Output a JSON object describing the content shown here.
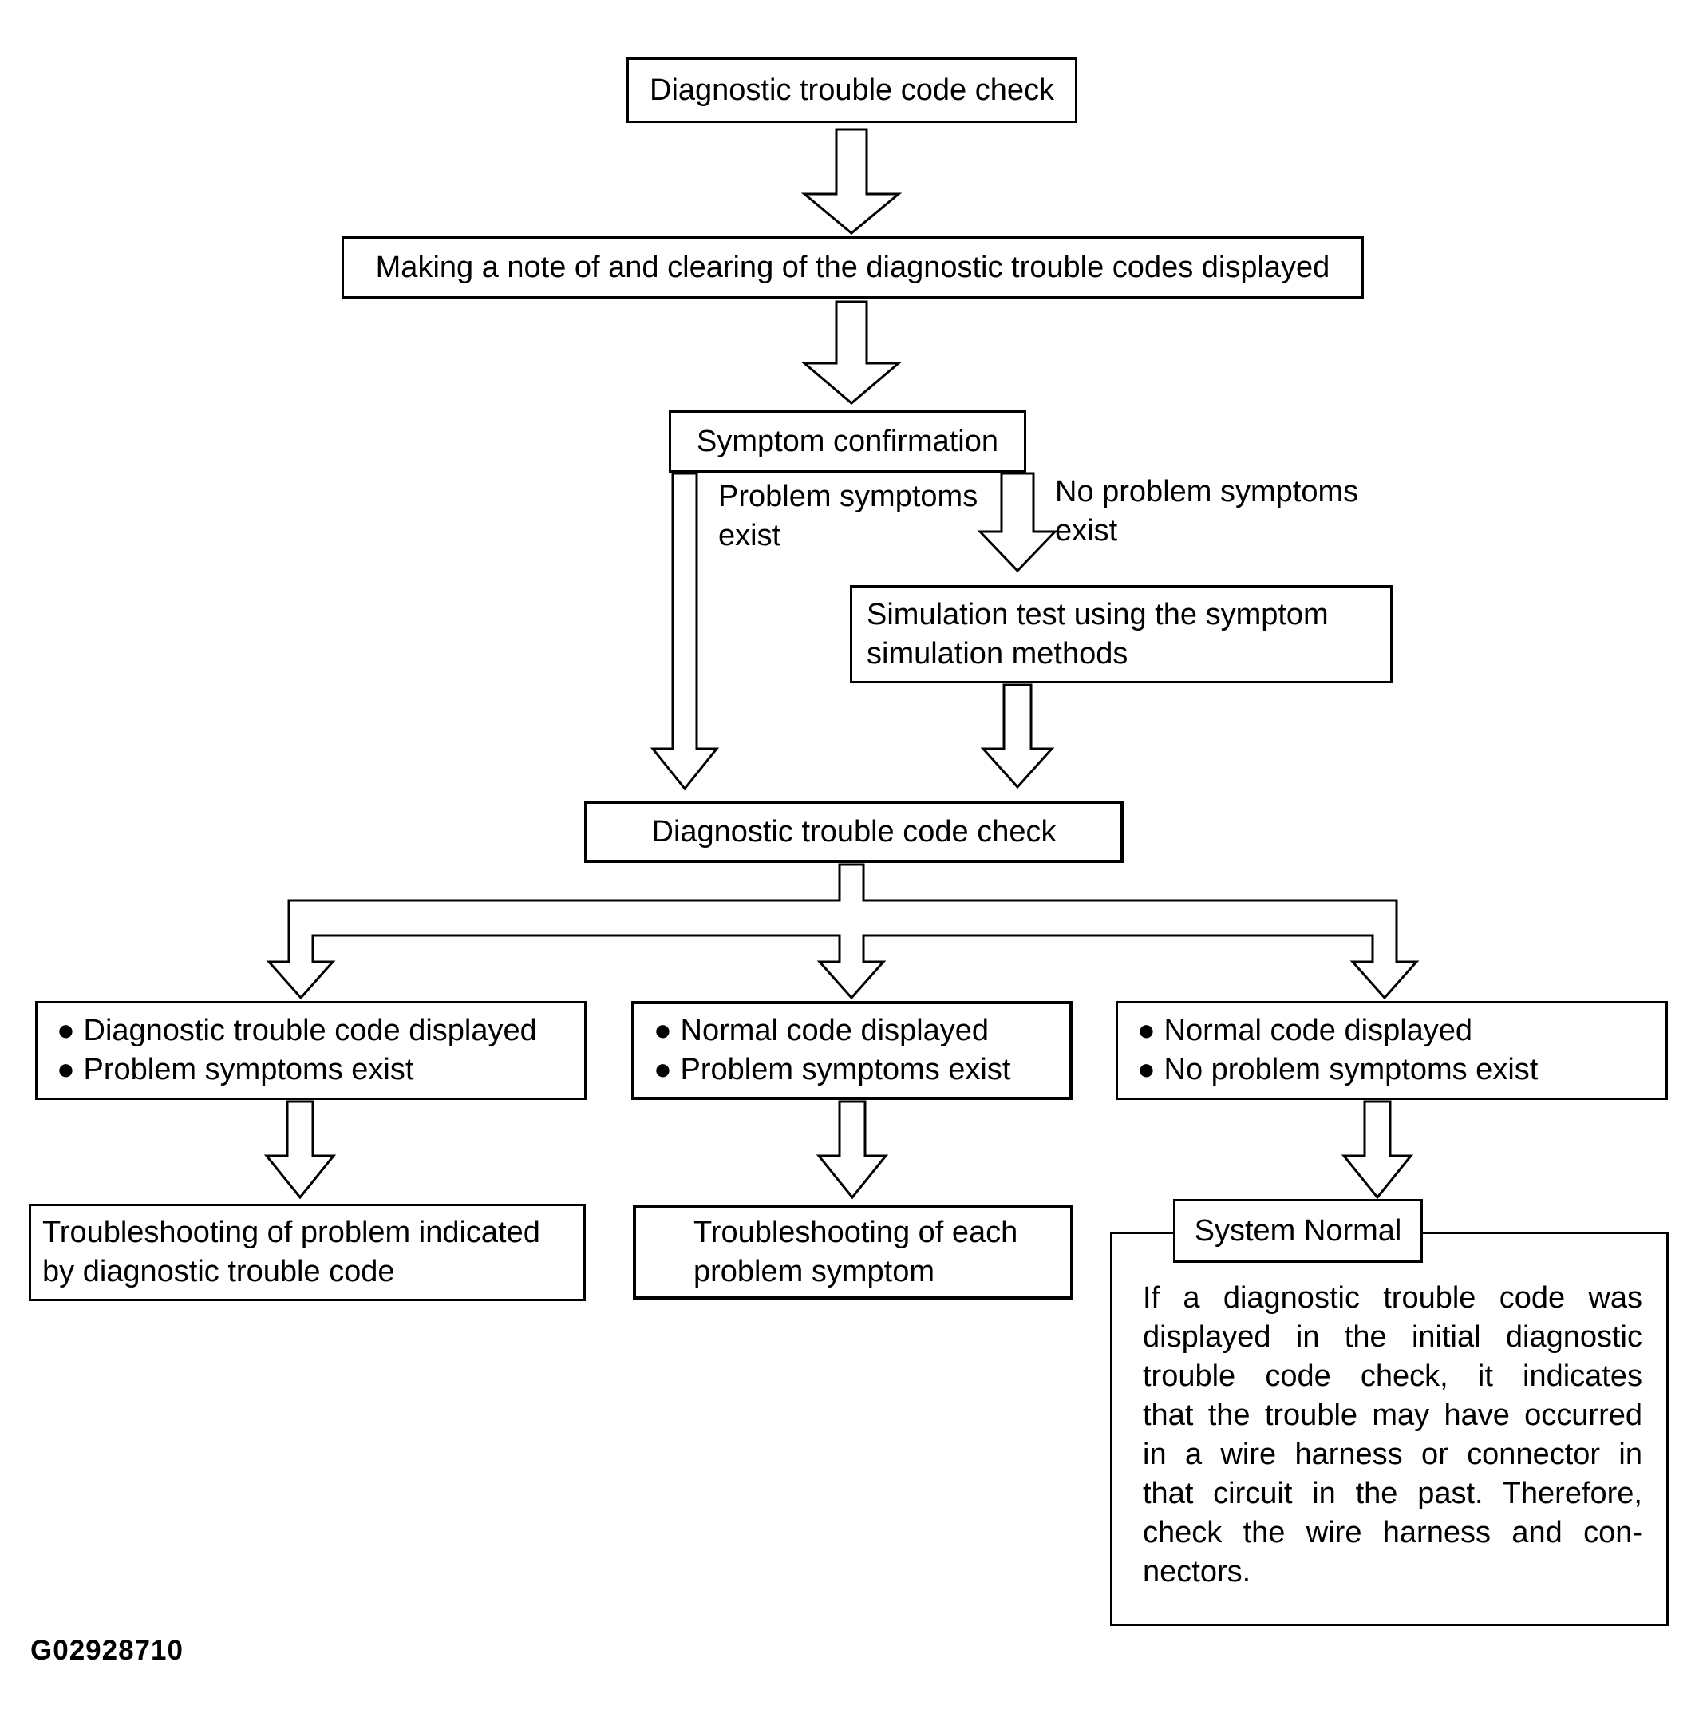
{
  "flowchart": {
    "step1": "Diagnostic trouble code check",
    "step2": "Making a note of and clearing of the diagnostic trouble codes displayed",
    "step3": "Symptom confirmation",
    "branch_problem_label": "Problem symptoms exist",
    "branch_no_problem_label": "No problem symptoms exist",
    "simulation_step": "Simulation test using the symptom simulation methods",
    "step4": "Diagnostic trouble code check",
    "outcome_left_lines": [
      "● Diagnostic trouble code displayed",
      "● Problem symptoms exist"
    ],
    "outcome_middle_lines": [
      "● Normal code displayed",
      "● Problem symptoms exist"
    ],
    "outcome_right_lines": [
      "● Normal code displayed",
      "● No problem symptoms exist"
    ],
    "action_left": "Troubleshooting of problem indicated by diagnostic trouble code",
    "action_middle": "Troubleshooting of each problem symptom",
    "system_normal_title": "System Normal",
    "system_normal_note_lines": [
      "If a diagnostic trouble code was",
      "displayed in the initial diagnostic",
      "trouble code check, it indicates",
      "that the trouble may have occurred",
      "in a wire harness or connector in",
      "that circuit in the past. Therefore,",
      "check the wire harness and con-",
      "nectors."
    ],
    "figure_code": "G02928710"
  }
}
